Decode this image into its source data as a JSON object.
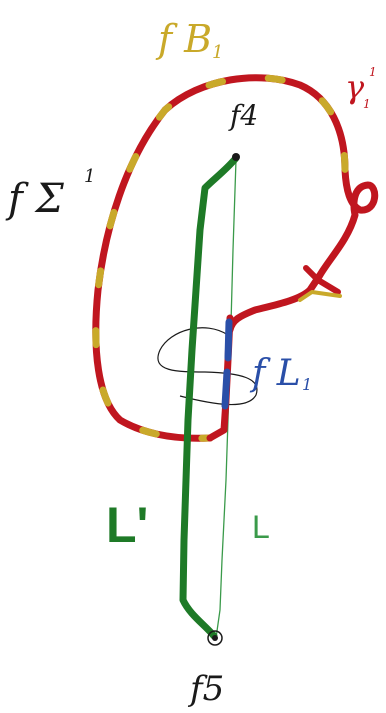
{
  "labels": {
    "fB1": "f B",
    "fB1_sub": "1",
    "gamma1": "γ",
    "gamma1_sub": "1",
    "gamma1_sup": "1",
    "f4": "f4",
    "fSigma1": "f Σ",
    "fSigma1_sup": "1",
    "fL1": "f L",
    "fL1_sub": "1",
    "Lprime": "L'",
    "L": "L",
    "f5": "f5"
  },
  "colors": {
    "red": "#c0161f",
    "yellow": "#c9a92a",
    "green": "#1e7a27",
    "blue": "#2a4fa8",
    "ink": "#1a1a1a",
    "thin_green": "#3a9a4a"
  }
}
